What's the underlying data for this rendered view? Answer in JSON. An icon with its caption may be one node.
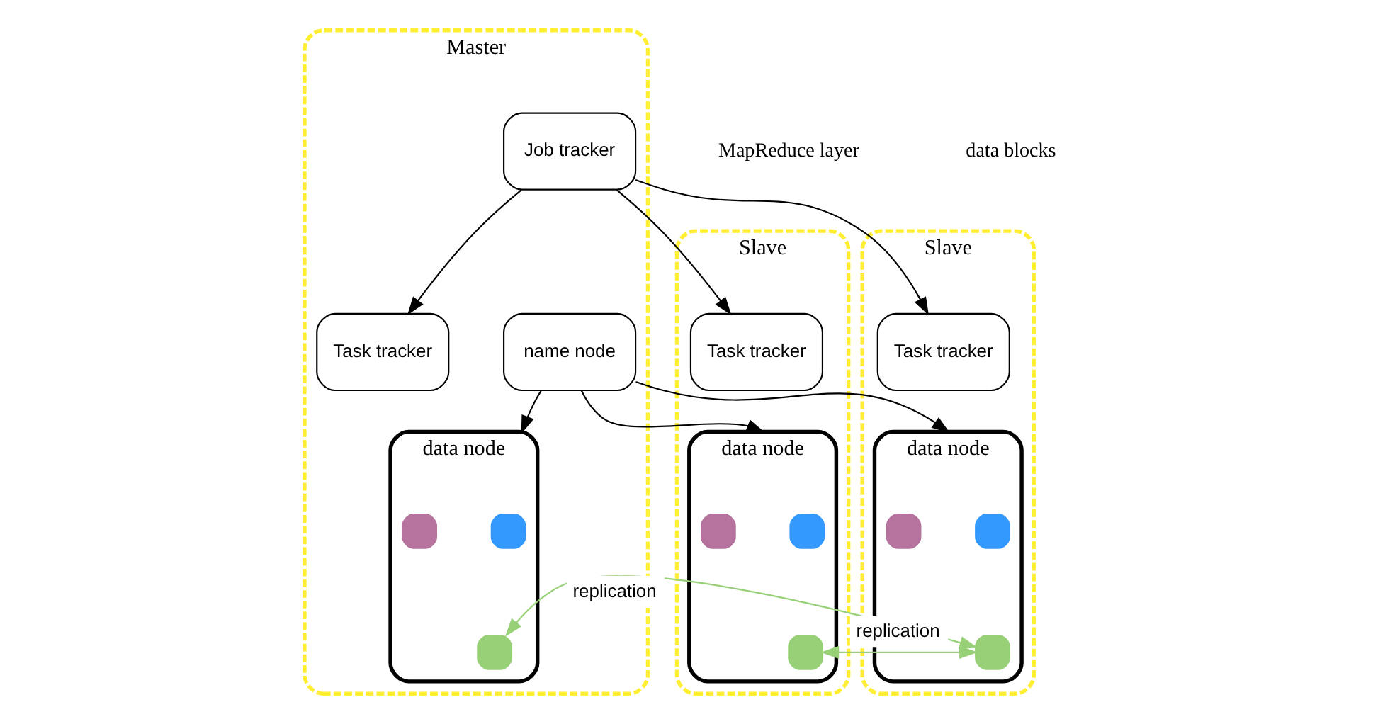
{
  "diagram": {
    "nodes": [
      {
        "text": [
          "Master"
        ]
      },
      {
        "text": [
          "Slave"
        ]
      },
      {
        "text": [
          "Slave"
        ]
      },
      {
        "text": [
          "Task tracker"
        ],
        "in": 0
      },
      {
        "text": [
          "Job tracker"
        ],
        "in": 0
      },
      {
        "text": [
          "name node"
        ],
        "in": 0
      },
      {
        "text": [
          "data node"
        ],
        "in": 0
      },
      {
        "text": [],
        "shape": "box",
        "in": 6
      },
      {
        "text": [],
        "shape": "box",
        "in": 6
      },
      {
        "text": [],
        "shape": "box",
        "in": 6
      },
      {
        "text": [
          "Task tracker"
        ],
        "in": 1
      },
      {
        "text": [
          "data node"
        ],
        "in": 1
      },
      {
        "text": [],
        "shape": "box",
        "in": 11
      },
      {
        "text": [],
        "shape": "box",
        "in": 11
      },
      {
        "text": [],
        "shape": "box",
        "in": 11
      },
      {
        "text": [
          "Task tracker"
        ],
        "in": 2
      },
      {
        "text": [
          "data node"
        ],
        "in": 2
      },
      {
        "text": [],
        "shape": "box",
        "in": 16
      },
      {
        "text": [],
        "shape": "box",
        "in": 16
      },
      {
        "text": [],
        "shape": "box",
        "in": 16
      }
    ],
    "edges": [
      {
        "from": 4,
        "to": 3,
        "arrow": "to"
      },
      {
        "from": 4,
        "to": 10,
        "arrow": "to"
      },
      {
        "from": 4,
        "to": 15,
        "arrow": "to"
      },
      {
        "from": 5,
        "to": 6,
        "arrow": "to"
      },
      {
        "from": 5,
        "to": 11,
        "arrow": "to"
      },
      {
        "from": 5,
        "to": 16,
        "arrow": "to"
      },
      {
        "from": 9,
        "to": 14,
        "arrow": "both",
        "label": "replication",
        "color": "#97d077"
      },
      {
        "from": 14,
        "to": 19,
        "arrow": "both",
        "label": "replication",
        "color": "#97d077"
      }
    ],
    "labels": [
      "MapReduce layer",
      "data blocks"
    ]
  }
}
